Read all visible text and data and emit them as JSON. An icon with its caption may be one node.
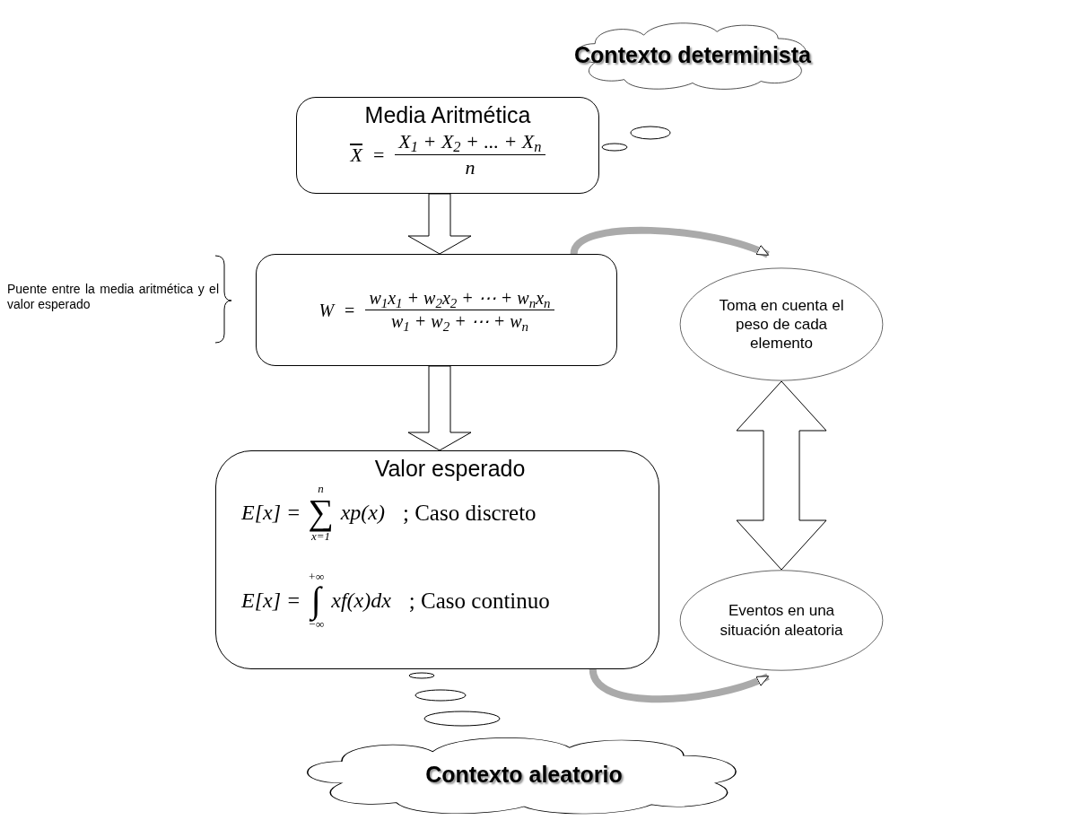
{
  "diagram": {
    "nodes": [
      {
        "text": [
          "Contexto determinista"
        ]
      },
      {
        "text": [
          "Media Aritmética",
          "X",
          "=",
          "X$_{1}$ + X$_{2}$ + ... + X$_{n}$",
          "n"
        ]
      },
      {
        "text": [
          "W",
          "=",
          "w$_{1}$x$_{1}$ + w$_{2}$x$_{2}$ + ⋯ + w$_{n}$x$_{n}$",
          "w$_{1}$ + w$_{2}$ + ⋯ + w$_{n}$"
        ]
      },
      {
        "text": [
          "Valor esperado",
          "E[x] =",
          "n",
          "∑",
          "x=1",
          "xp(x)",
          "; Caso discreto",
          "E[x] =",
          "+∞",
          "∫",
          "−∞",
          "xf(x)dx",
          "; Caso continuo"
        ]
      },
      {
        "text": [
          "Toma en cuenta el peso de cada elemento"
        ]
      },
      {
        "text": [
          "Eventos en una situación aleatoria"
        ]
      },
      {
        "text": [
          "Contexto aleatorio"
        ]
      }
    ],
    "edges": [
      {
        "from": 1,
        "to": 2,
        "arrow": "to"
      },
      {
        "from": 2,
        "to": 3,
        "arrow": "to"
      },
      {
        "from": 2,
        "to": 4,
        "arrow": "to"
      },
      {
        "from": 3,
        "to": 5,
        "arrow": "to"
      },
      {
        "from": 4,
        "to": 5,
        "arrow": "both"
      }
    ],
    "labels": [
      "Puente entre la media aritmética y el valor esperado"
    ]
  }
}
